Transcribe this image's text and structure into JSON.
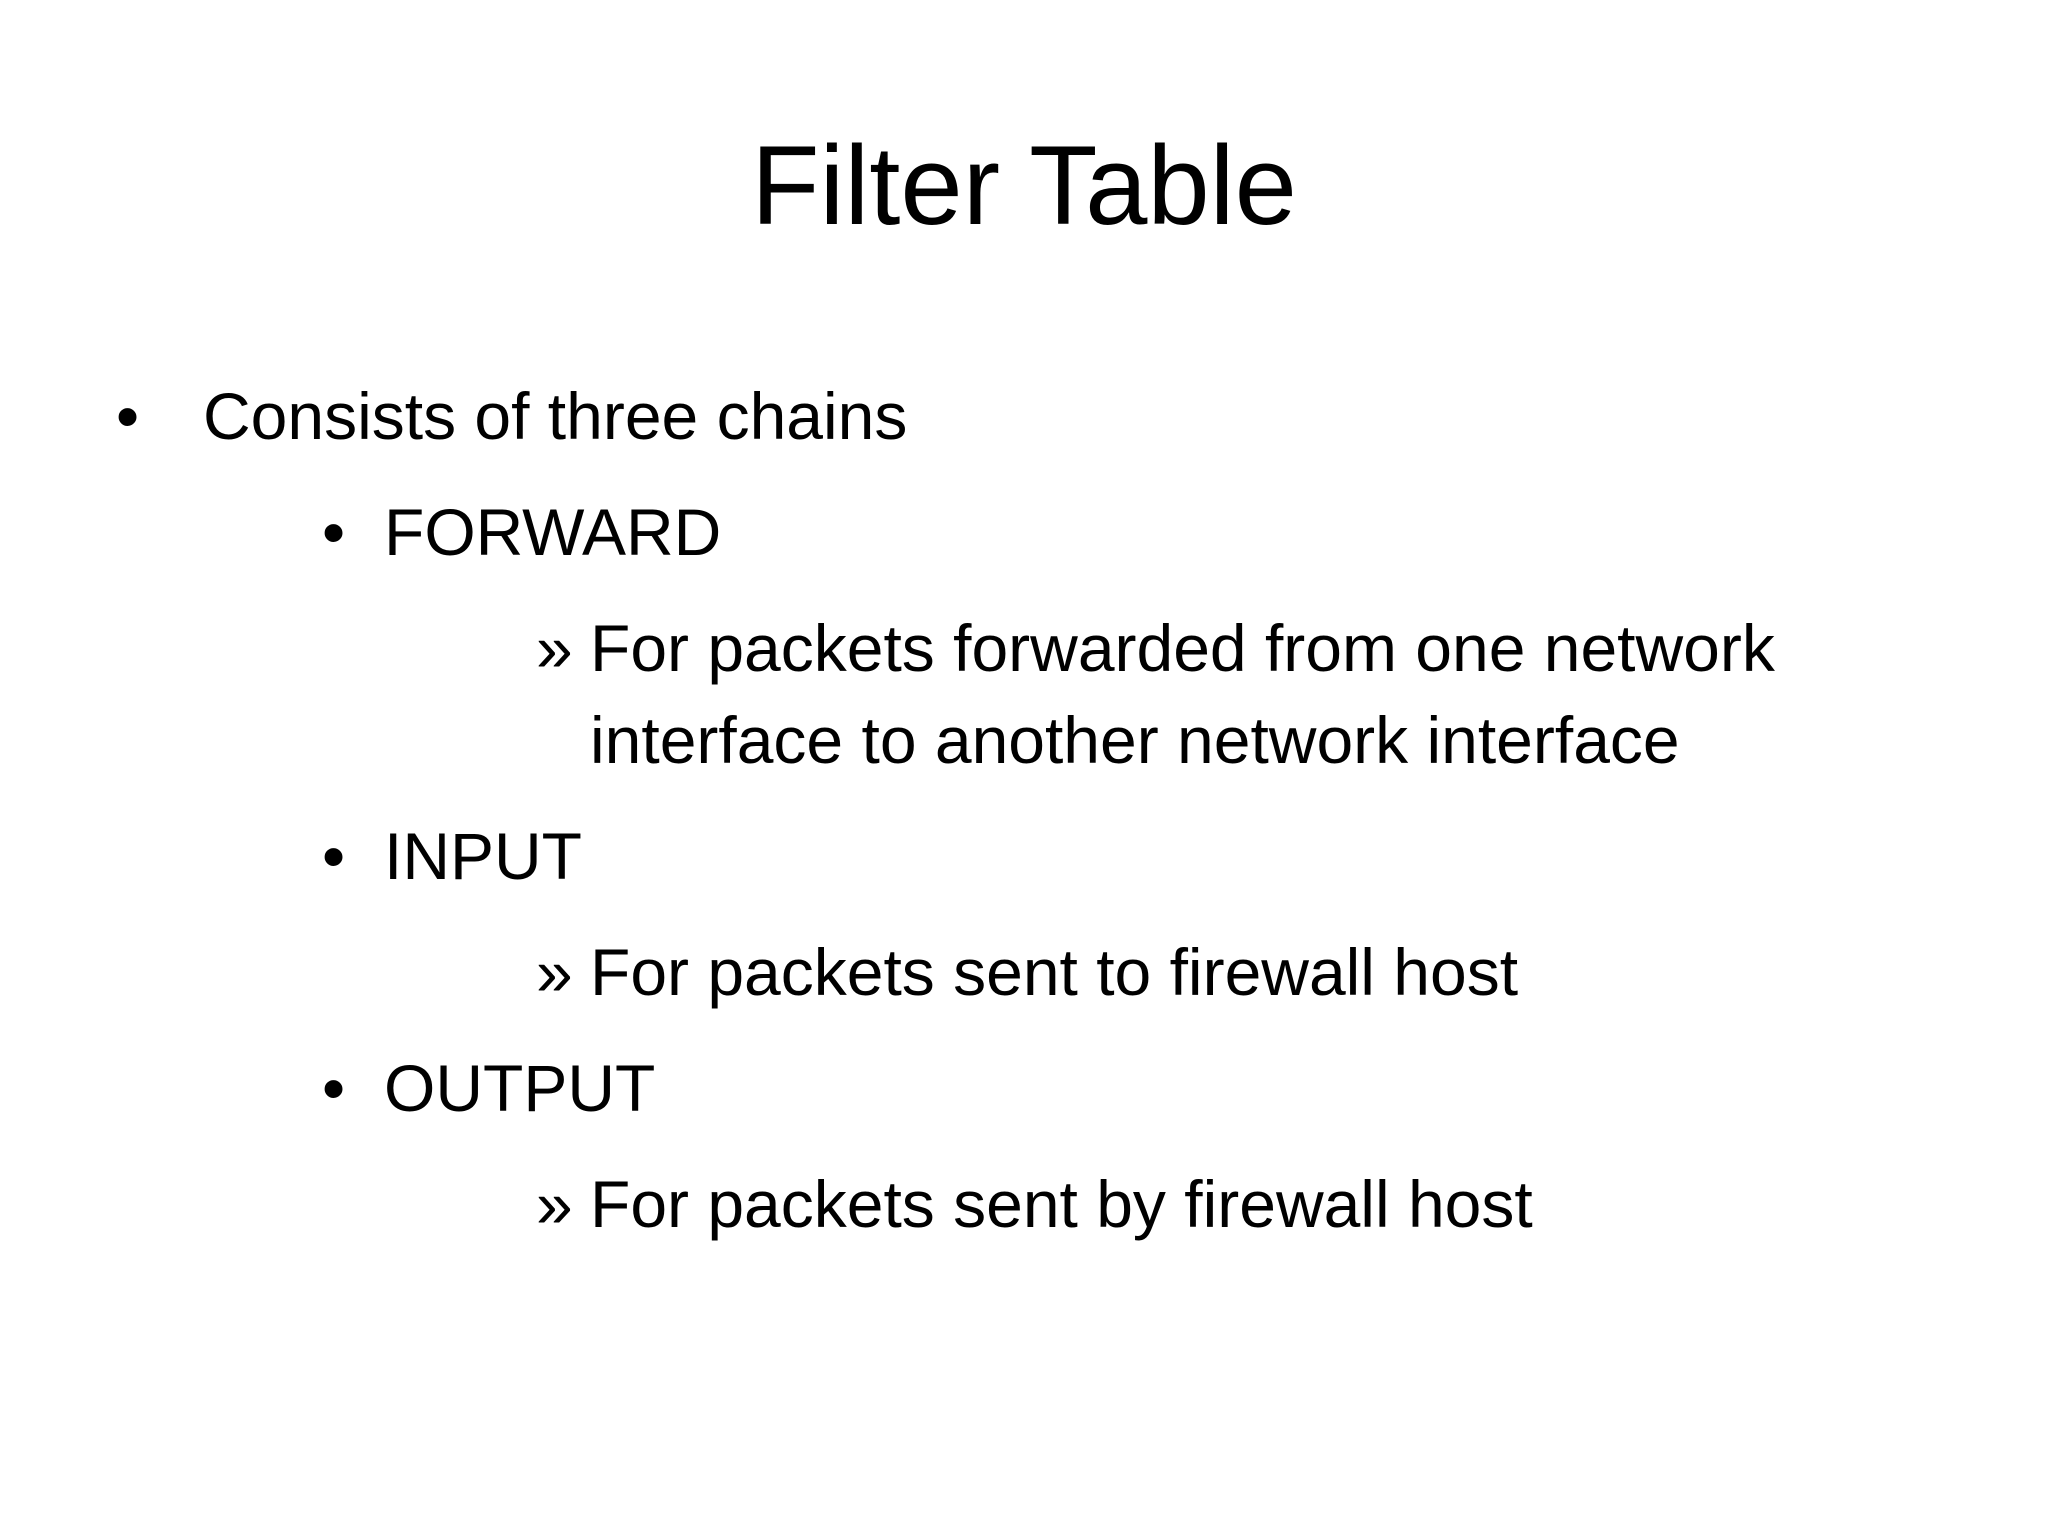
{
  "slide": {
    "title": "Filter Table",
    "background_color": "#ffffff",
    "text_color": "#000000",
    "bullets": [
      {
        "level": 1,
        "marker": "•",
        "text": "Consists of three chains"
      },
      {
        "level": 2,
        "marker": "•",
        "text": "FORWARD"
      },
      {
        "level": 3,
        "marker": "»",
        "text": "For packets forwarded from one network\ninterface to another network interface"
      },
      {
        "level": 2,
        "marker": "•",
        "text": "INPUT"
      },
      {
        "level": 3,
        "marker": "»",
        "text": "For packets sent to firewall host"
      },
      {
        "level": 2,
        "marker": "•",
        "text": "OUTPUT"
      },
      {
        "level": 3,
        "marker": "»",
        "text": "For packets sent by firewall host"
      }
    ]
  }
}
